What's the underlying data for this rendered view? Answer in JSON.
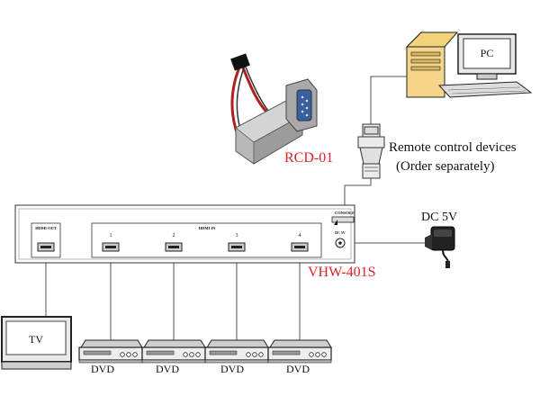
{
  "pc": {
    "label": "PC"
  },
  "rcd": {
    "model": "RCD-01"
  },
  "remote_note": {
    "line1": "Remote control devices",
    "line2": "(Order separately)"
  },
  "power": {
    "label": "DC 5V"
  },
  "switcher": {
    "model": "VHW-401S",
    "hdmi_out_label": "HDMI OUT",
    "hdmi_in_label": "HDMI IN",
    "port_numbers": [
      "1",
      "2",
      "3",
      "4"
    ],
    "console_label": "CONSOLE",
    "dc_label": "DC 5V"
  },
  "tv": {
    "label": "TV"
  },
  "sources": [
    {
      "label": "DVD"
    },
    {
      "label": "DVD"
    },
    {
      "label": "DVD"
    },
    {
      "label": "DVD"
    }
  ],
  "colors": {
    "accent_red": "#e0202a",
    "device_gray": "#d8d8d8",
    "cable": "#555555"
  }
}
